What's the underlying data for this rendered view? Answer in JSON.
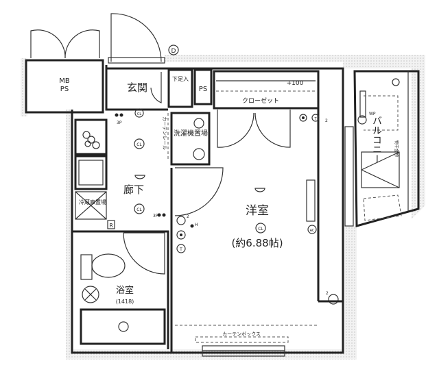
{
  "rooms": {
    "mbps_line1": "MB",
    "mbps_line2": "PS",
    "entrance": "玄関",
    "shoe_box": "下足入",
    "ps": "PS",
    "closet": "クローゼット",
    "closet_level": "+100",
    "washer_space": "洗濯機置場",
    "curtain_rail": "カーテンレール",
    "hallway": "廊下",
    "fridge_space": "冷蔵庫置場",
    "western_room": "洋室",
    "western_room_size": "(約6.88帖)",
    "bathroom": "浴室",
    "bathroom_size": "(1418)",
    "curtain_box": "カーテンボックス",
    "balcony": "バルコニー",
    "laundry_hardware": "物干金物"
  },
  "symbols": {
    "door": "D",
    "ceiling_light": "CL",
    "outlet_3p": "3P",
    "refrigerator": "R",
    "aircon": "AC",
    "water_proof": "WP",
    "phone": "T",
    "h_mark": "H",
    "outlet_2": "2"
  }
}
